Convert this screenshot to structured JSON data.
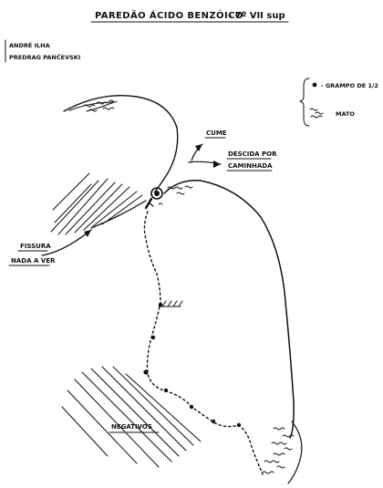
{
  "title": {
    "name": "PAREDÃO ÁCIDO BENZÓICO",
    "grade": "- 7º VII sup"
  },
  "authors": [
    "ANDRÉ ILHA",
    "PREDRAG PANČEVSKI"
  ],
  "legend": {
    "bolt_label": "- GRAMPO DE 1/2",
    "bush_label": "MATO"
  },
  "labels": {
    "summit": "CUME",
    "descent_line1": "DESCIDA POR",
    "descent_line2": "CAMINHADA",
    "crack_line1": "FISSURA",
    "crack_line2": "NADA A VER",
    "overhangs": "NEGATIVOS"
  },
  "colors": {
    "ink": "#111111",
    "paper": "#ffffff"
  }
}
